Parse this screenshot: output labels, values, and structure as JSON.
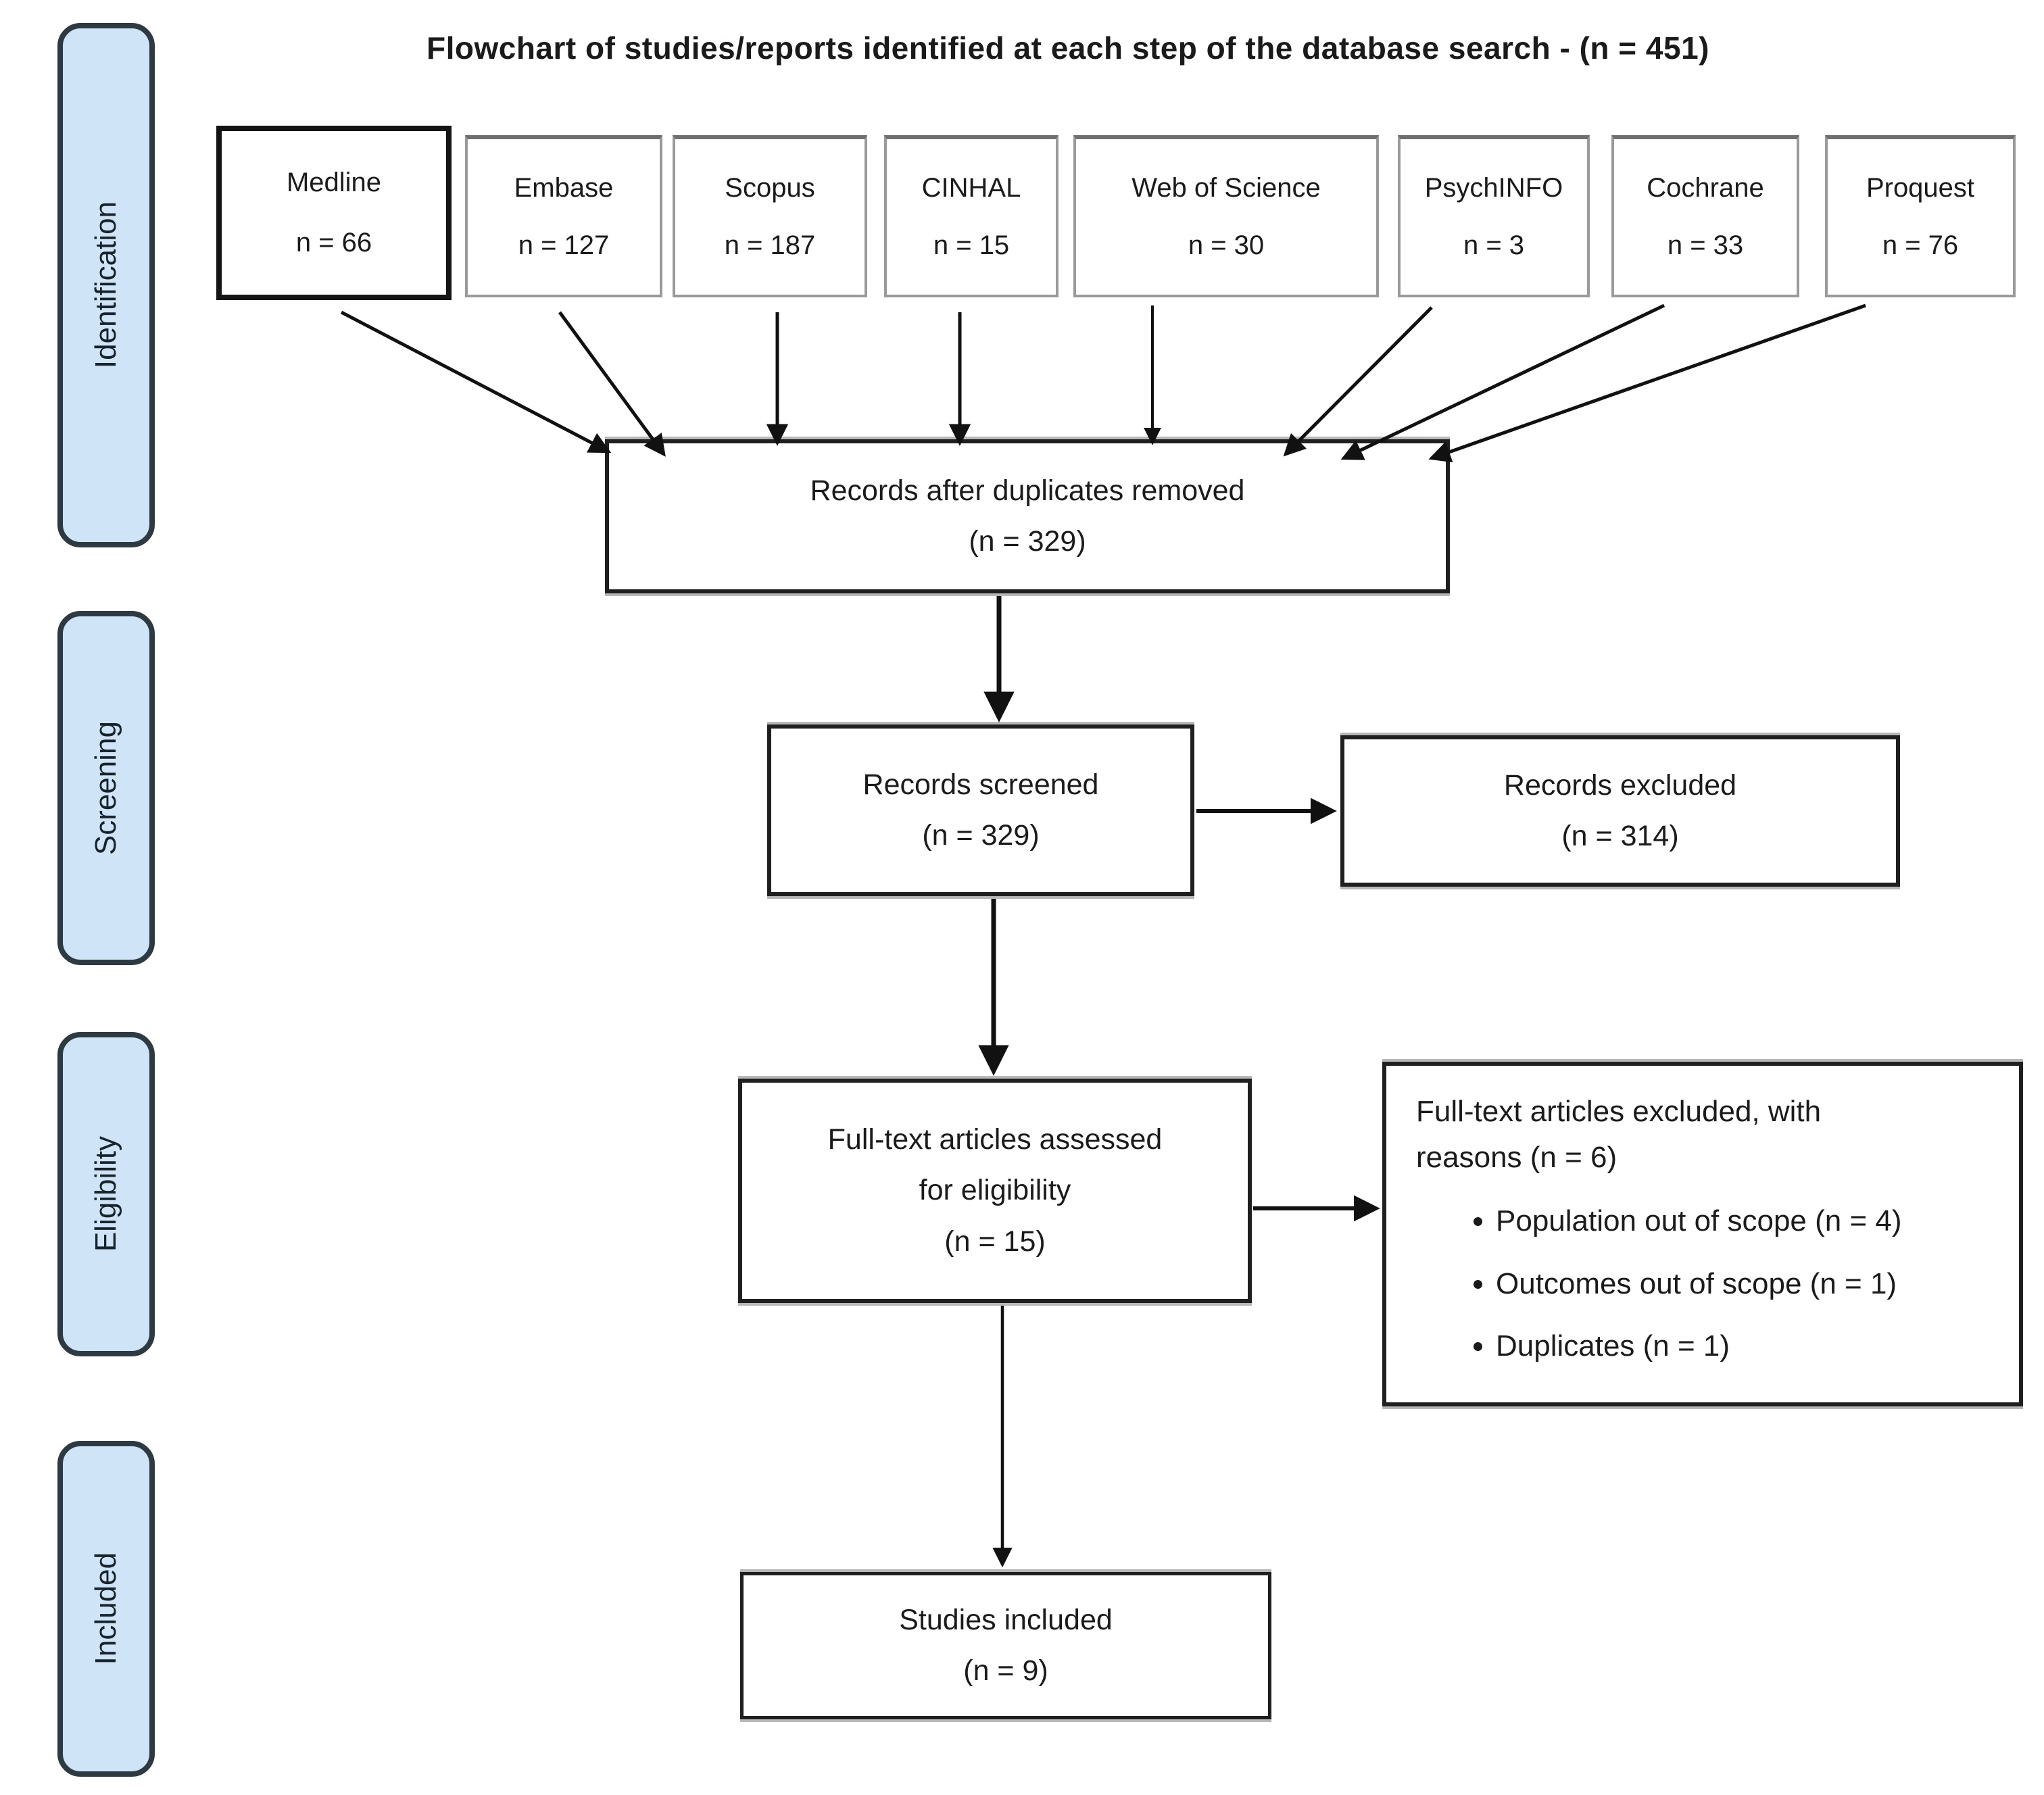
{
  "title": "Flowchart of studies/reports identified at each step of the database search - (n = 451)",
  "stages": [
    {
      "label": "Identification"
    },
    {
      "label": "Screening"
    },
    {
      "label": "Eligibility"
    },
    {
      "label": "Included"
    }
  ],
  "databases": [
    {
      "name": "Medline",
      "count": "n = 66"
    },
    {
      "name": "Embase",
      "count": "n = 127"
    },
    {
      "name": "Scopus",
      "count": "n = 187"
    },
    {
      "name": "CINHAL",
      "count": "n = 15"
    },
    {
      "name": "Web of Science",
      "count": "n = 30"
    },
    {
      "name": "PsychINFO",
      "count": "n = 3"
    },
    {
      "name": "Cochrane",
      "count": "n = 33"
    },
    {
      "name": "Proquest",
      "count": "n = 76"
    }
  ],
  "flow": {
    "duplicates_removed": {
      "line1": "Records after duplicates removed",
      "line2": "(n = 329)"
    },
    "screened": {
      "line1": "Records screened",
      "line2": "(n = 329)"
    },
    "records_excluded": {
      "line1": "Records excluded",
      "line2": "(n = 314)"
    },
    "fulltext": {
      "line1": "Full-text articles assessed",
      "line2": "for eligibility",
      "line3": "(n = 15)"
    },
    "fulltext_excluded": {
      "line1": "Full-text articles excluded, with",
      "line2": "reasons (n = 6)",
      "bullets": [
        "Population out of scope (n = 4)",
        "Outcomes out of scope (n = 1)",
        "Duplicates (n = 1)"
      ]
    },
    "studies_included": {
      "line1": "Studies included",
      "line2": "(n = 9)"
    }
  },
  "colors": {
    "stage_fill": "#cfe5f7",
    "stage_border": "#2d3a42",
    "box_border": "#1f1f1f",
    "db_border": "#9a9a9a",
    "arrow": "#111111",
    "text": "#1b1b1b"
  }
}
